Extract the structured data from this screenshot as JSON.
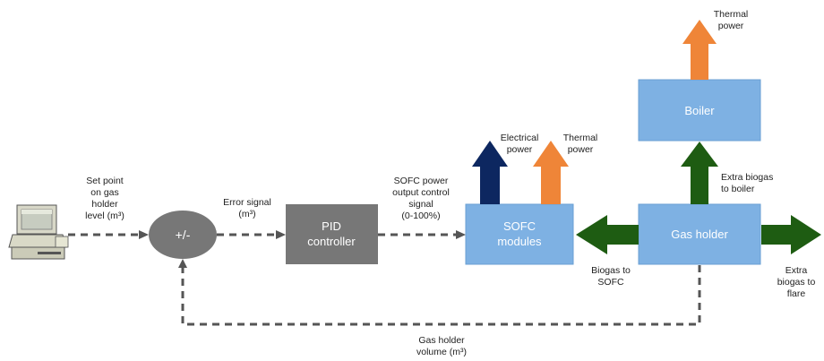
{
  "colors": {
    "process_gray": "#777777",
    "sofc_blue": "#7eb1e3",
    "biogas_green": "#1e5c12",
    "thermal_orange": "#ef8538",
    "electrical_navy": "#0d2760",
    "signal_dash": "#555555"
  },
  "icons": {
    "computer": "computer-icon"
  },
  "nodes": {
    "summing_junction": "+/-",
    "pid_controller": [
      "PID",
      "controller"
    ],
    "sofc_modules": [
      "SOFC",
      "modules"
    ],
    "gas_holder": "Gas holder",
    "boiler": "Boiler"
  },
  "labels": {
    "set_point": [
      "Set point",
      "on gas",
      "holder",
      "level (m³)"
    ],
    "error_signal": [
      "Error signal",
      "(m³)"
    ],
    "sofc_power_signal": [
      "SOFC power",
      "output control",
      "signal",
      "(0-100%)"
    ],
    "electrical_power": [
      "Electrical",
      "power"
    ],
    "sofc_thermal_power": [
      "Thermal",
      "power"
    ],
    "boiler_thermal_power": [
      "Thermal",
      "power"
    ],
    "extra_biogas_boiler": [
      "Extra biogas",
      "to boiler"
    ],
    "biogas_to_sofc": [
      "Biogas to",
      "SOFC"
    ],
    "extra_biogas_flare": [
      "Extra",
      "biogas to",
      "flare"
    ],
    "gas_holder_volume": [
      "Gas holder",
      "volume (m³)"
    ]
  }
}
